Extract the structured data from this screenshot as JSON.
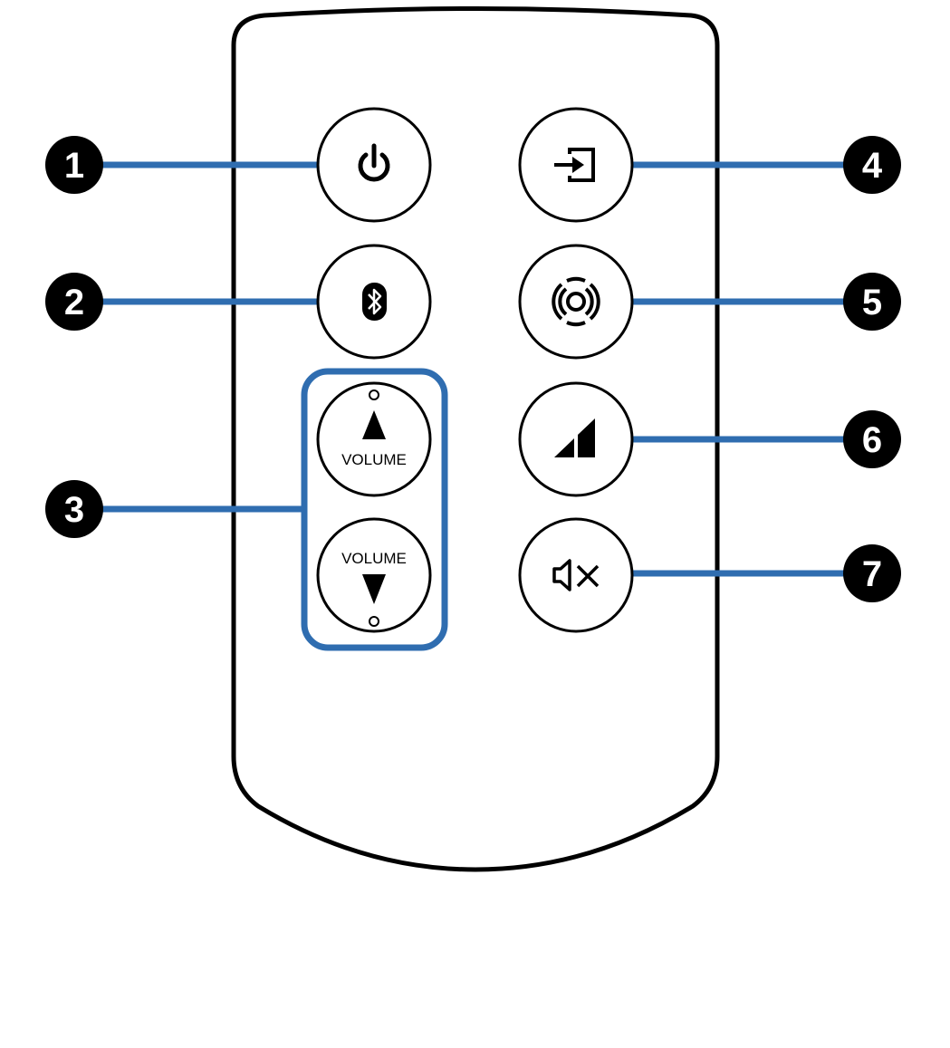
{
  "diagram": {
    "accent_color": "#2f6db0",
    "outline_color": "#000000",
    "buttons": [
      {
        "id": "power",
        "icon": "power-icon"
      },
      {
        "id": "bluetooth",
        "icon": "bluetooth-icon"
      },
      {
        "id": "volume-up",
        "icon": "triangle-up-icon",
        "label": "VOLUME"
      },
      {
        "id": "volume-down",
        "icon": "triangle-down-icon",
        "label": "VOLUME"
      },
      {
        "id": "input",
        "icon": "input-icon"
      },
      {
        "id": "surround",
        "icon": "surround-icon"
      },
      {
        "id": "bass",
        "icon": "bass-icon"
      },
      {
        "id": "mute",
        "icon": "mute-icon"
      }
    ],
    "callouts": [
      "1",
      "2",
      "3",
      "4",
      "5",
      "6",
      "7"
    ]
  }
}
